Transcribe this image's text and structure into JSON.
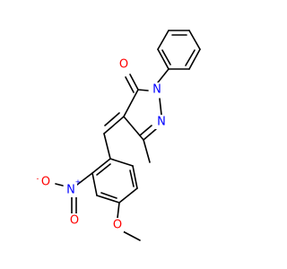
{
  "molecule": {
    "atoms": {
      "O_carbonyl": {
        "symbol": "O",
        "color": "#ff0000"
      },
      "N_phenyl": {
        "symbol": "N",
        "color": "#0000ff"
      },
      "N_imine": {
        "symbol": "N",
        "color": "#0000ff"
      },
      "N_nitro": {
        "symbol": "N",
        "color": "#0000ff",
        "charge": "+"
      },
      "O_nitro_minus": {
        "symbol": "O",
        "color": "#ff0000",
        "charge": "-"
      },
      "O_nitro_double": {
        "symbol": "O",
        "color": "#ff0000"
      },
      "O_methoxy": {
        "symbol": "O",
        "color": "#ff0000"
      }
    }
  }
}
